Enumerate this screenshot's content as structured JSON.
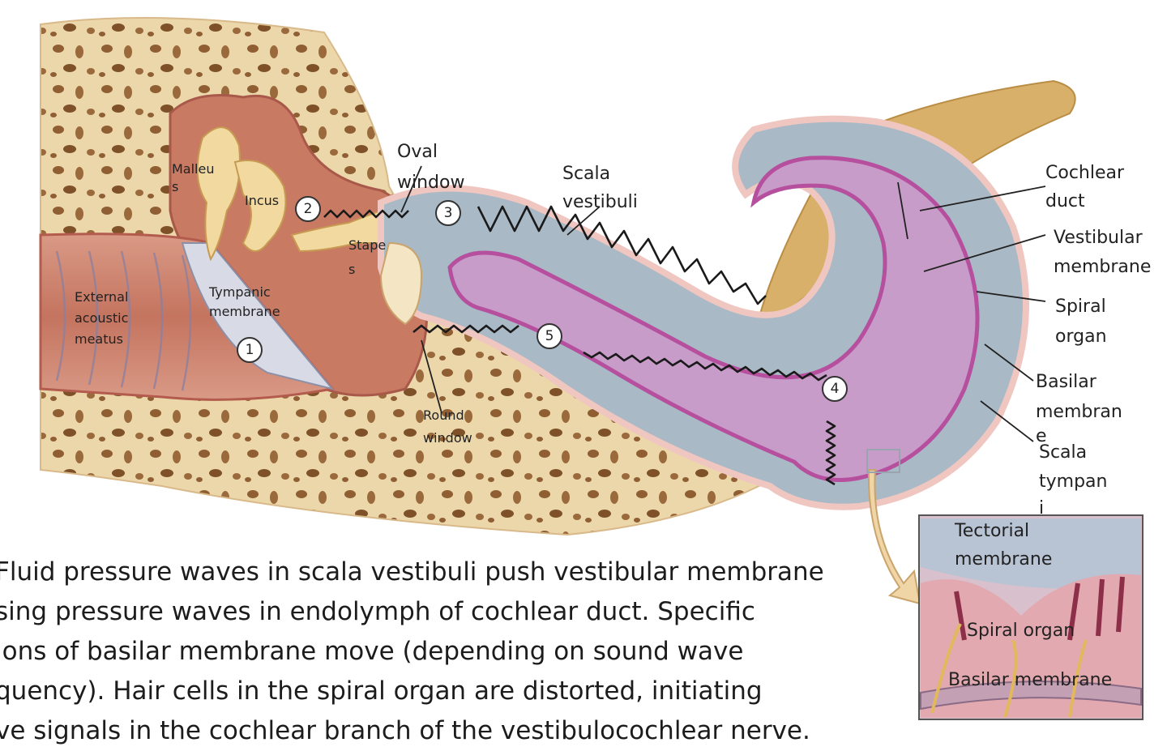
{
  "labels": {
    "malleus": [
      "Malleu",
      "s"
    ],
    "incus": "Incus",
    "stapes": [
      "Stape",
      "s"
    ],
    "tympanic_membrane": [
      "Tympanic",
      "membrane"
    ],
    "external_acoustic_meatus": [
      "External",
      "acoustic",
      "meatus"
    ],
    "oval_window": [
      "Oval",
      "window"
    ],
    "round_window": [
      "Round",
      "window"
    ],
    "scala_vestibuli": [
      "Scala",
      "vestibuli"
    ],
    "cochlear_duct": [
      "Cochlear",
      "duct"
    ],
    "vestibular_membrane": [
      "Vestibular",
      "membrane"
    ],
    "spiral_organ": [
      "Spiral",
      "organ"
    ],
    "basilar_membrane": [
      "Basilar",
      "membran",
      "e"
    ],
    "scala_tympani": [
      "Scala",
      "tympan",
      "i"
    ]
  },
  "inset": {
    "tectorial_membrane": [
      "Tectorial",
      "membrane"
    ],
    "spiral_organ": "Spiral organ",
    "basilar_membrane": "Basilar membrane"
  },
  "steps": [
    "1",
    "2",
    "3",
    "4",
    "5"
  ],
  "caption": [
    "Fluid pressure waves in scala vestibuli push vestibular membrane",
    "sing pressure waves in endolymph of cochlear duct.  Specific",
    "ions of basilar membrane move (depending on sound wave",
    "quency). Hair cells in  the spiral organ are distorted, initiating",
    "ve signals in the cochlear branch of the vestibulocochlear nerve."
  ],
  "colors": {
    "bone": "#e9d4a8",
    "bone_pore": "#8a5a2e",
    "middle_ear": "#c97a63",
    "ossicle": "#f2d9a0",
    "scala": "#a9b9c6",
    "cochlear_duct": "#c89cc8",
    "basilar": "#b64f9e",
    "nerve": "#d9b06a"
  }
}
